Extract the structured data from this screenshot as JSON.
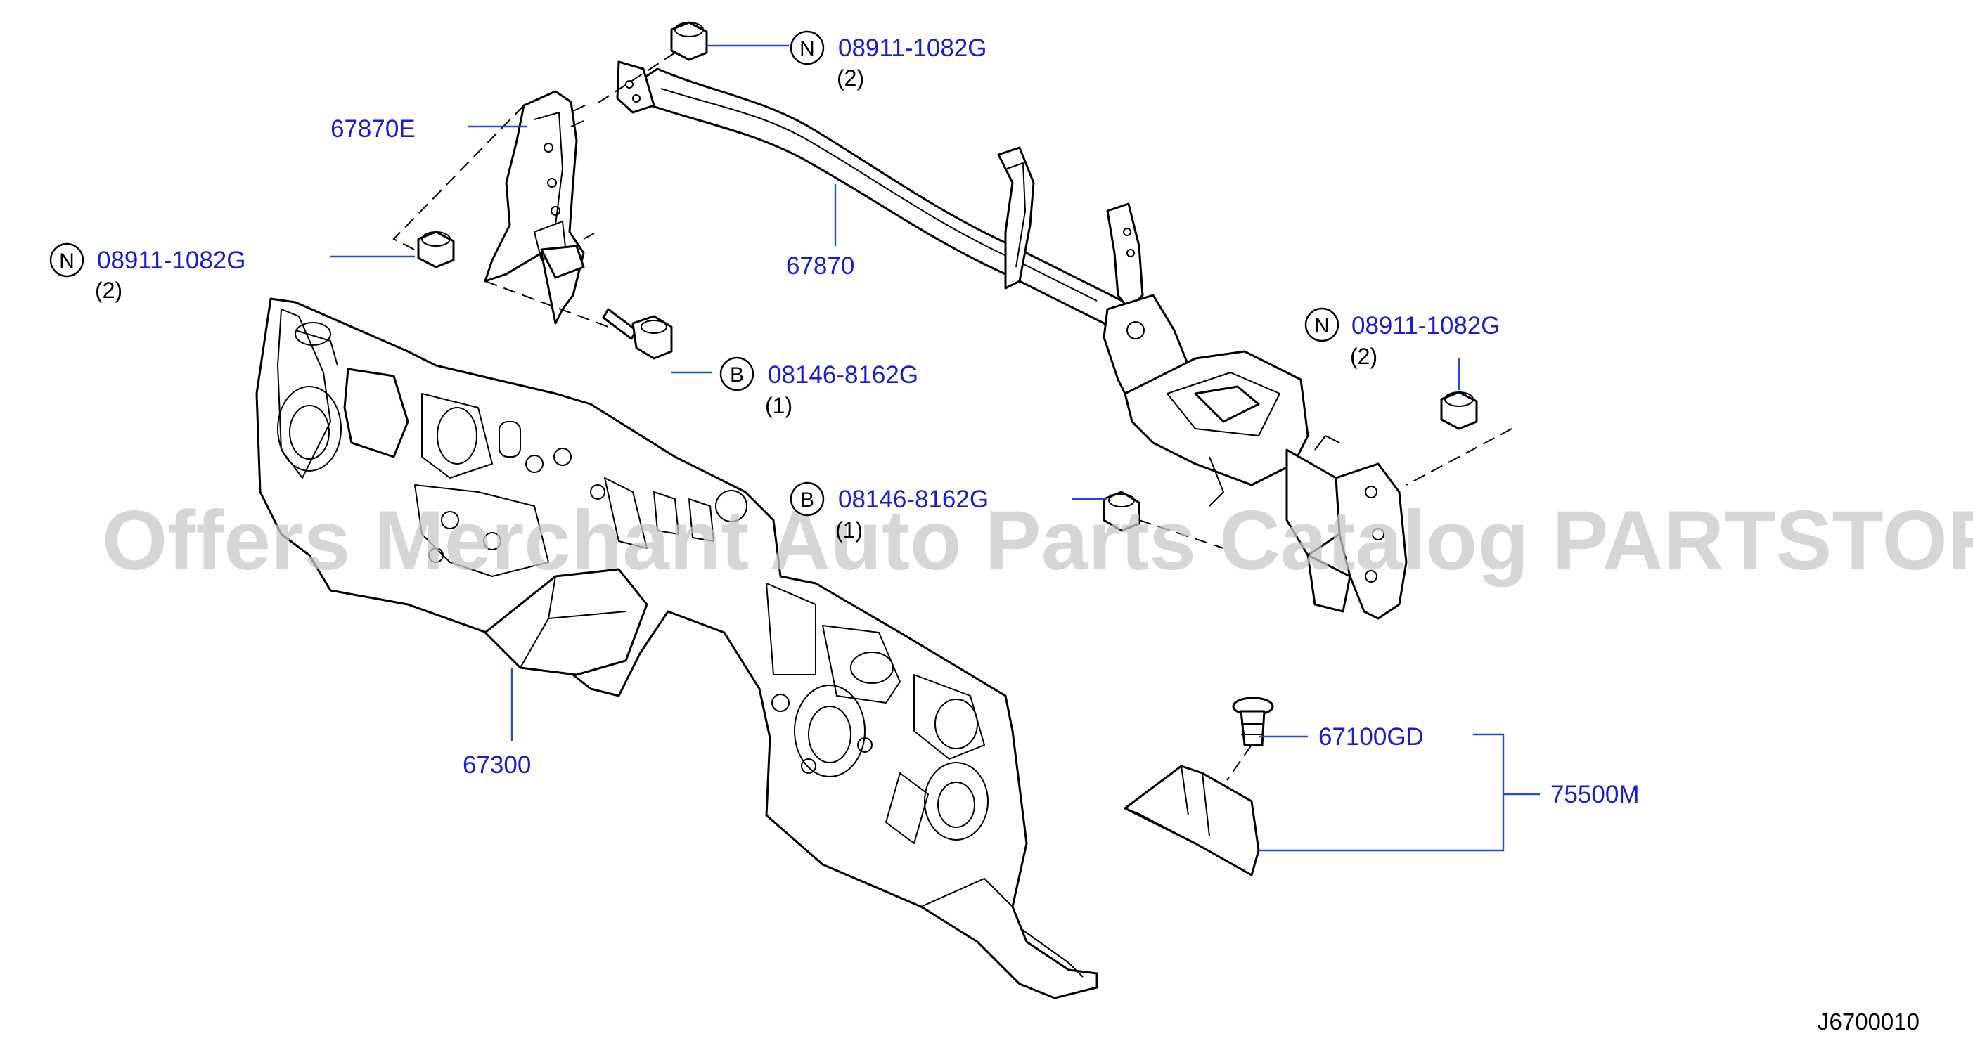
{
  "watermark": "Offers Merchant Auto Parts Catalog PARTSTORE.SA",
  "diagram_code": "J6700010",
  "callouts": [
    {
      "id": "nut-top",
      "prefix": "N",
      "part": "08911-1082G",
      "qty": "(2)"
    },
    {
      "id": "bracket",
      "prefix": "",
      "part": "67870E",
      "qty": ""
    },
    {
      "id": "nut-left",
      "prefix": "N",
      "part": "08911-1082G",
      "qty": "(2)"
    },
    {
      "id": "member",
      "prefix": "",
      "part": "67870",
      "qty": ""
    },
    {
      "id": "bolt-upper",
      "prefix": "B",
      "part": "08146-8162G",
      "qty": "(1)"
    },
    {
      "id": "nut-right",
      "prefix": "N",
      "part": "08911-1082G",
      "qty": "(2)"
    },
    {
      "id": "bolt-lower",
      "prefix": "B",
      "part": "08146-8162G",
      "qty": "(1)"
    },
    {
      "id": "dash-panel",
      "prefix": "",
      "part": "67300",
      "qty": ""
    },
    {
      "id": "grommet",
      "prefix": "",
      "part": "67100GD",
      "qty": ""
    },
    {
      "id": "insulator-kit",
      "prefix": "",
      "part": "75500M",
      "qty": ""
    }
  ]
}
